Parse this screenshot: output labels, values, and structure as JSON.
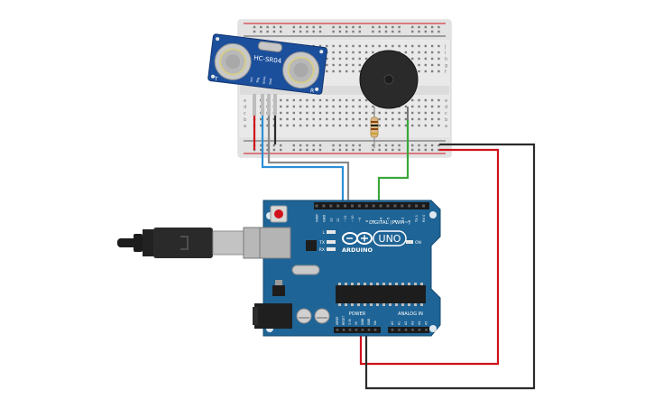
{
  "sensor": {
    "model": "HC-SR04",
    "left_mark": "T",
    "right_mark": "R",
    "pins": [
      "Vcc",
      "Trig",
      "Echo",
      "Gnd"
    ]
  },
  "breadboard": {
    "row_letters_top": [
      "j",
      "i",
      "h",
      "g",
      "f"
    ],
    "row_letters_bottom": [
      "e",
      "d",
      "c",
      "b",
      "a"
    ]
  },
  "arduino": {
    "model": "UNO",
    "brand": "ARDUINO",
    "header_digital": "DIGITAL (PWM~)",
    "header_power": "POWER",
    "header_analog": "ANALOG IN",
    "led_tx": "TX",
    "led_rx": "RX",
    "led_l": "L",
    "led_on": "ON",
    "digital_pins": [
      "AREF",
      "GND",
      "13",
      "12",
      "~11",
      "~10",
      "~9",
      "8",
      "7",
      "~6",
      "~5",
      "4",
      "~3",
      "2",
      "TX 1",
      "RX 0"
    ],
    "power_pins": [
      "IOREF",
      "RESET",
      "3.3V",
      "5V",
      "GND",
      "GND",
      "Vin"
    ],
    "analog_pins": [
      "A0",
      "A1",
      "A2",
      "A3",
      "A4",
      "A5"
    ]
  },
  "colors": {
    "board_blue": "#1f6496",
    "wire_red": "#d0111b",
    "wire_black": "#2b2b2b",
    "wire_green": "#3aa63a",
    "wire_blue": "#2b8fd6",
    "wire_gray": "#8a8a8a"
  }
}
